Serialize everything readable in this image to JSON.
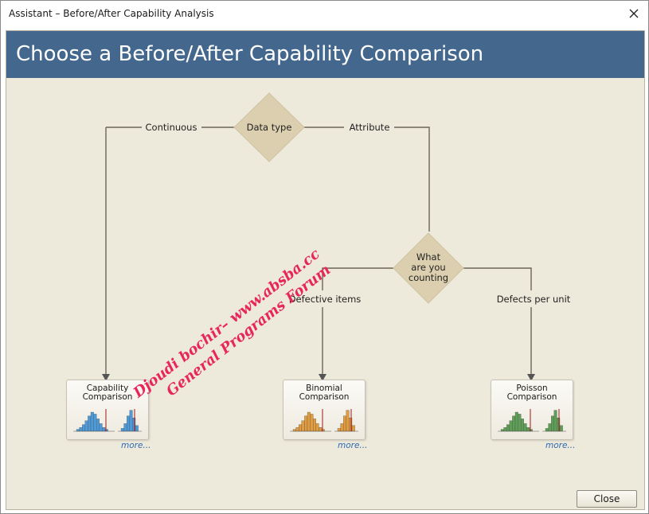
{
  "window": {
    "title": "Assistant – Before/After Capability Analysis"
  },
  "banner": {
    "title": "Choose a Before/After Capability Comparison"
  },
  "flow": {
    "data_type": "Data type",
    "continuous": "Continuous",
    "attribute": "Attribute",
    "what_counting": [
      "What",
      "are you",
      "counting"
    ],
    "defective_items": "Defective items",
    "defects_per_unit": "Defects per unit"
  },
  "cards": {
    "capability": {
      "title": "Capability\nComparison",
      "more": "more...",
      "color": "#4e9ad8"
    },
    "binomial": {
      "title": "Binomial\nComparison",
      "more": "more...",
      "color": "#e19c3f"
    },
    "poisson": {
      "title": "Poisson\nComparison",
      "more": "more...",
      "color": "#5e9e56"
    }
  },
  "watermark": {
    "line1": "Djoudi bochir– www.absba.cc",
    "line2": "General Programs Forum"
  },
  "close_button": "Close"
}
